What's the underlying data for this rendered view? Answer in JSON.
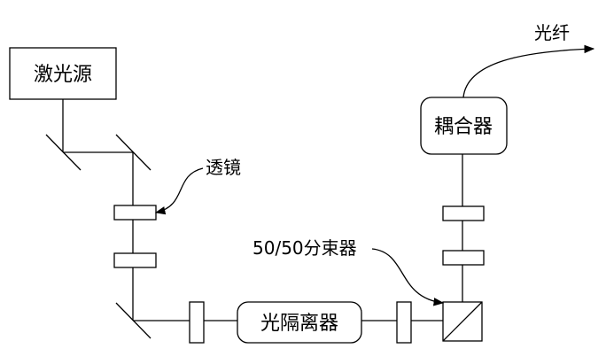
{
  "labels": {
    "laser": "激光源",
    "coupler": "耦合器",
    "fiber": "光纤",
    "lens": "透镜",
    "splitter": "50/50分束器",
    "isolator": "光隔离器"
  },
  "colors": {
    "stroke": "#000000",
    "background": "#ffffff"
  }
}
